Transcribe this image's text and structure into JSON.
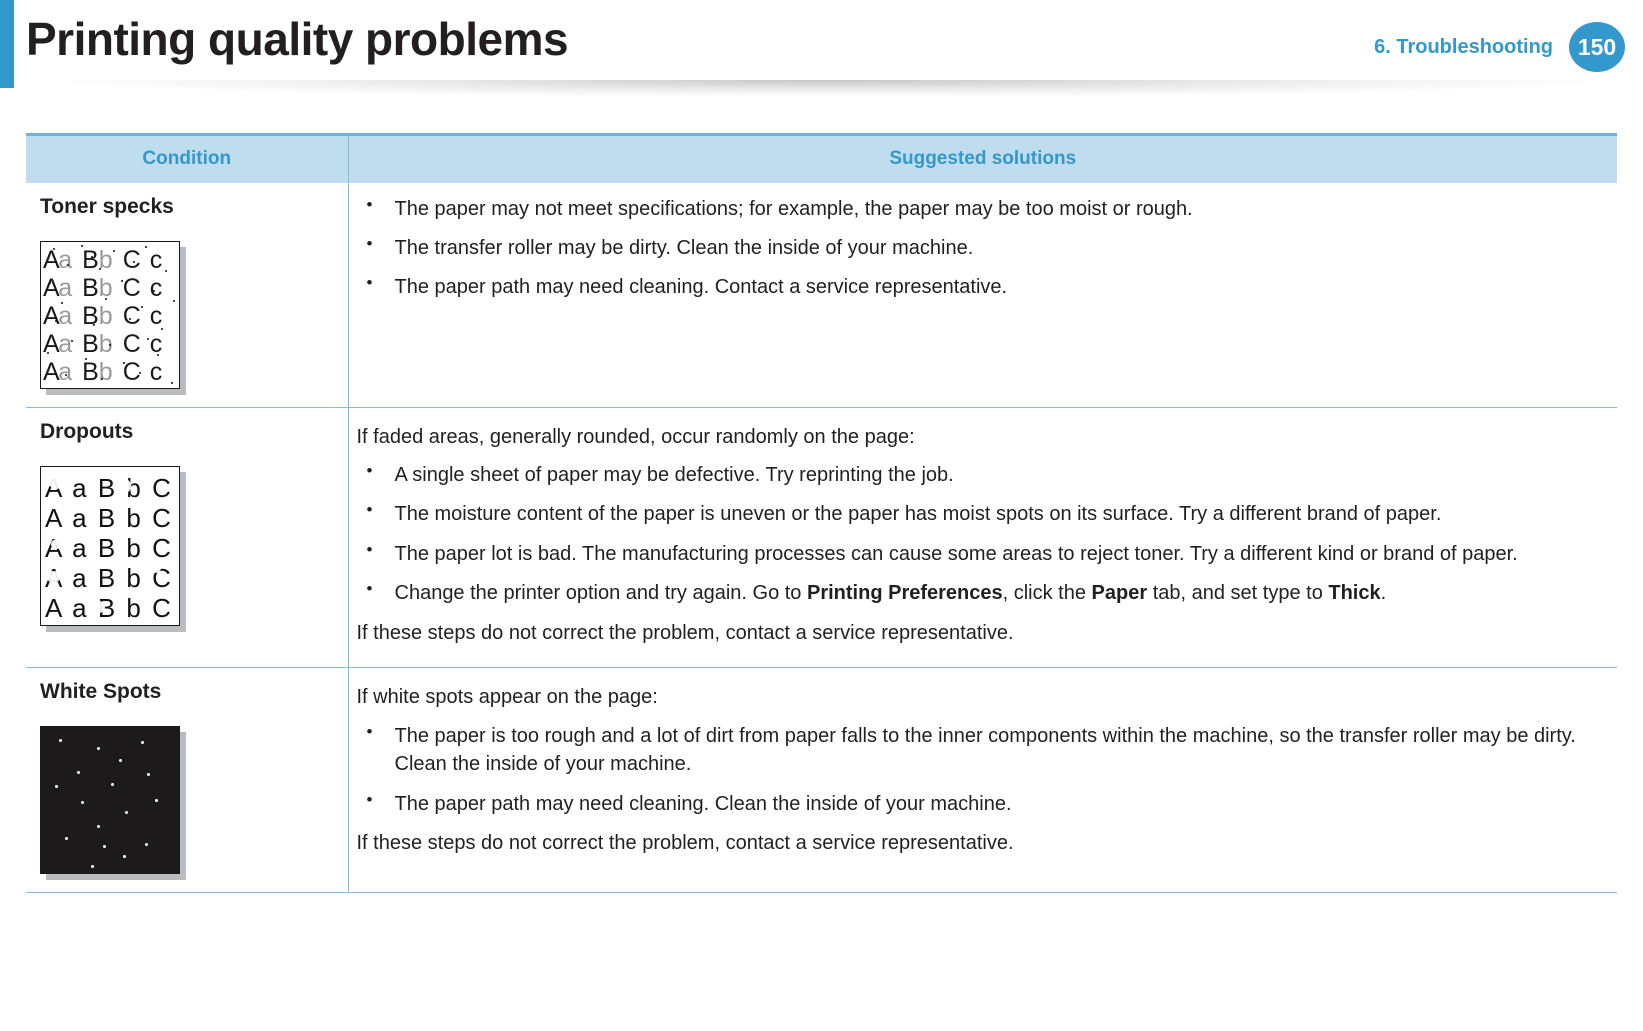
{
  "header": {
    "title": "Printing quality problems",
    "chapter": "6.  Troubleshooting",
    "page_number": "150",
    "accent_color": "#3398cc"
  },
  "table": {
    "columns": {
      "condition": "Condition",
      "solutions": "Suggested solutions"
    },
    "rows": [
      {
        "condition": "Toner specks",
        "sample": "toner-specks-sample",
        "sample_text": "A a B b C c",
        "intro": "",
        "bullets": [
          "The paper may not meet specifications; for example, the paper may be too moist or rough.",
          "The transfer roller may be dirty. Clean the inside of your machine.",
          "The paper path may need cleaning. Contact a service representative."
        ],
        "outro": ""
      },
      {
        "condition": "Dropouts",
        "sample": "dropouts-sample",
        "sample_text": "A a B b C",
        "intro": "If faded areas, generally rounded, occur randomly on the page:",
        "bullets": [
          "A single sheet of paper may be defective. Try reprinting the job.",
          "The moisture content of the paper is uneven or the paper has moist spots on its surface. Try a different brand of paper.",
          "The paper lot is bad. The manufacturing processes can cause some areas to reject toner. Try a different kind or brand of paper."
        ],
        "bullet_rich": {
          "prefix": "Change the printer option and try again. Go to ",
          "bold1": "Printing Preferences",
          "mid1": ", click the ",
          "bold2": "Paper",
          "mid2": " tab, and set type to ",
          "bold3": "Thick",
          "suffix": "."
        },
        "outro": "If these steps do not correct the problem, contact a service representative."
      },
      {
        "condition": "White Spots",
        "sample": "white-spots-sample",
        "sample_text": "",
        "intro": "If white spots appear on the page:",
        "bullets": [
          "The paper is too rough and a lot of dirt from paper falls to the inner components within the machine, so the transfer roller may be dirty. Clean the inside of your machine.",
          "The paper path may need cleaning. Clean the inside of your machine."
        ],
        "outro": "If these steps do not correct the problem, contact a service representative."
      }
    ]
  }
}
